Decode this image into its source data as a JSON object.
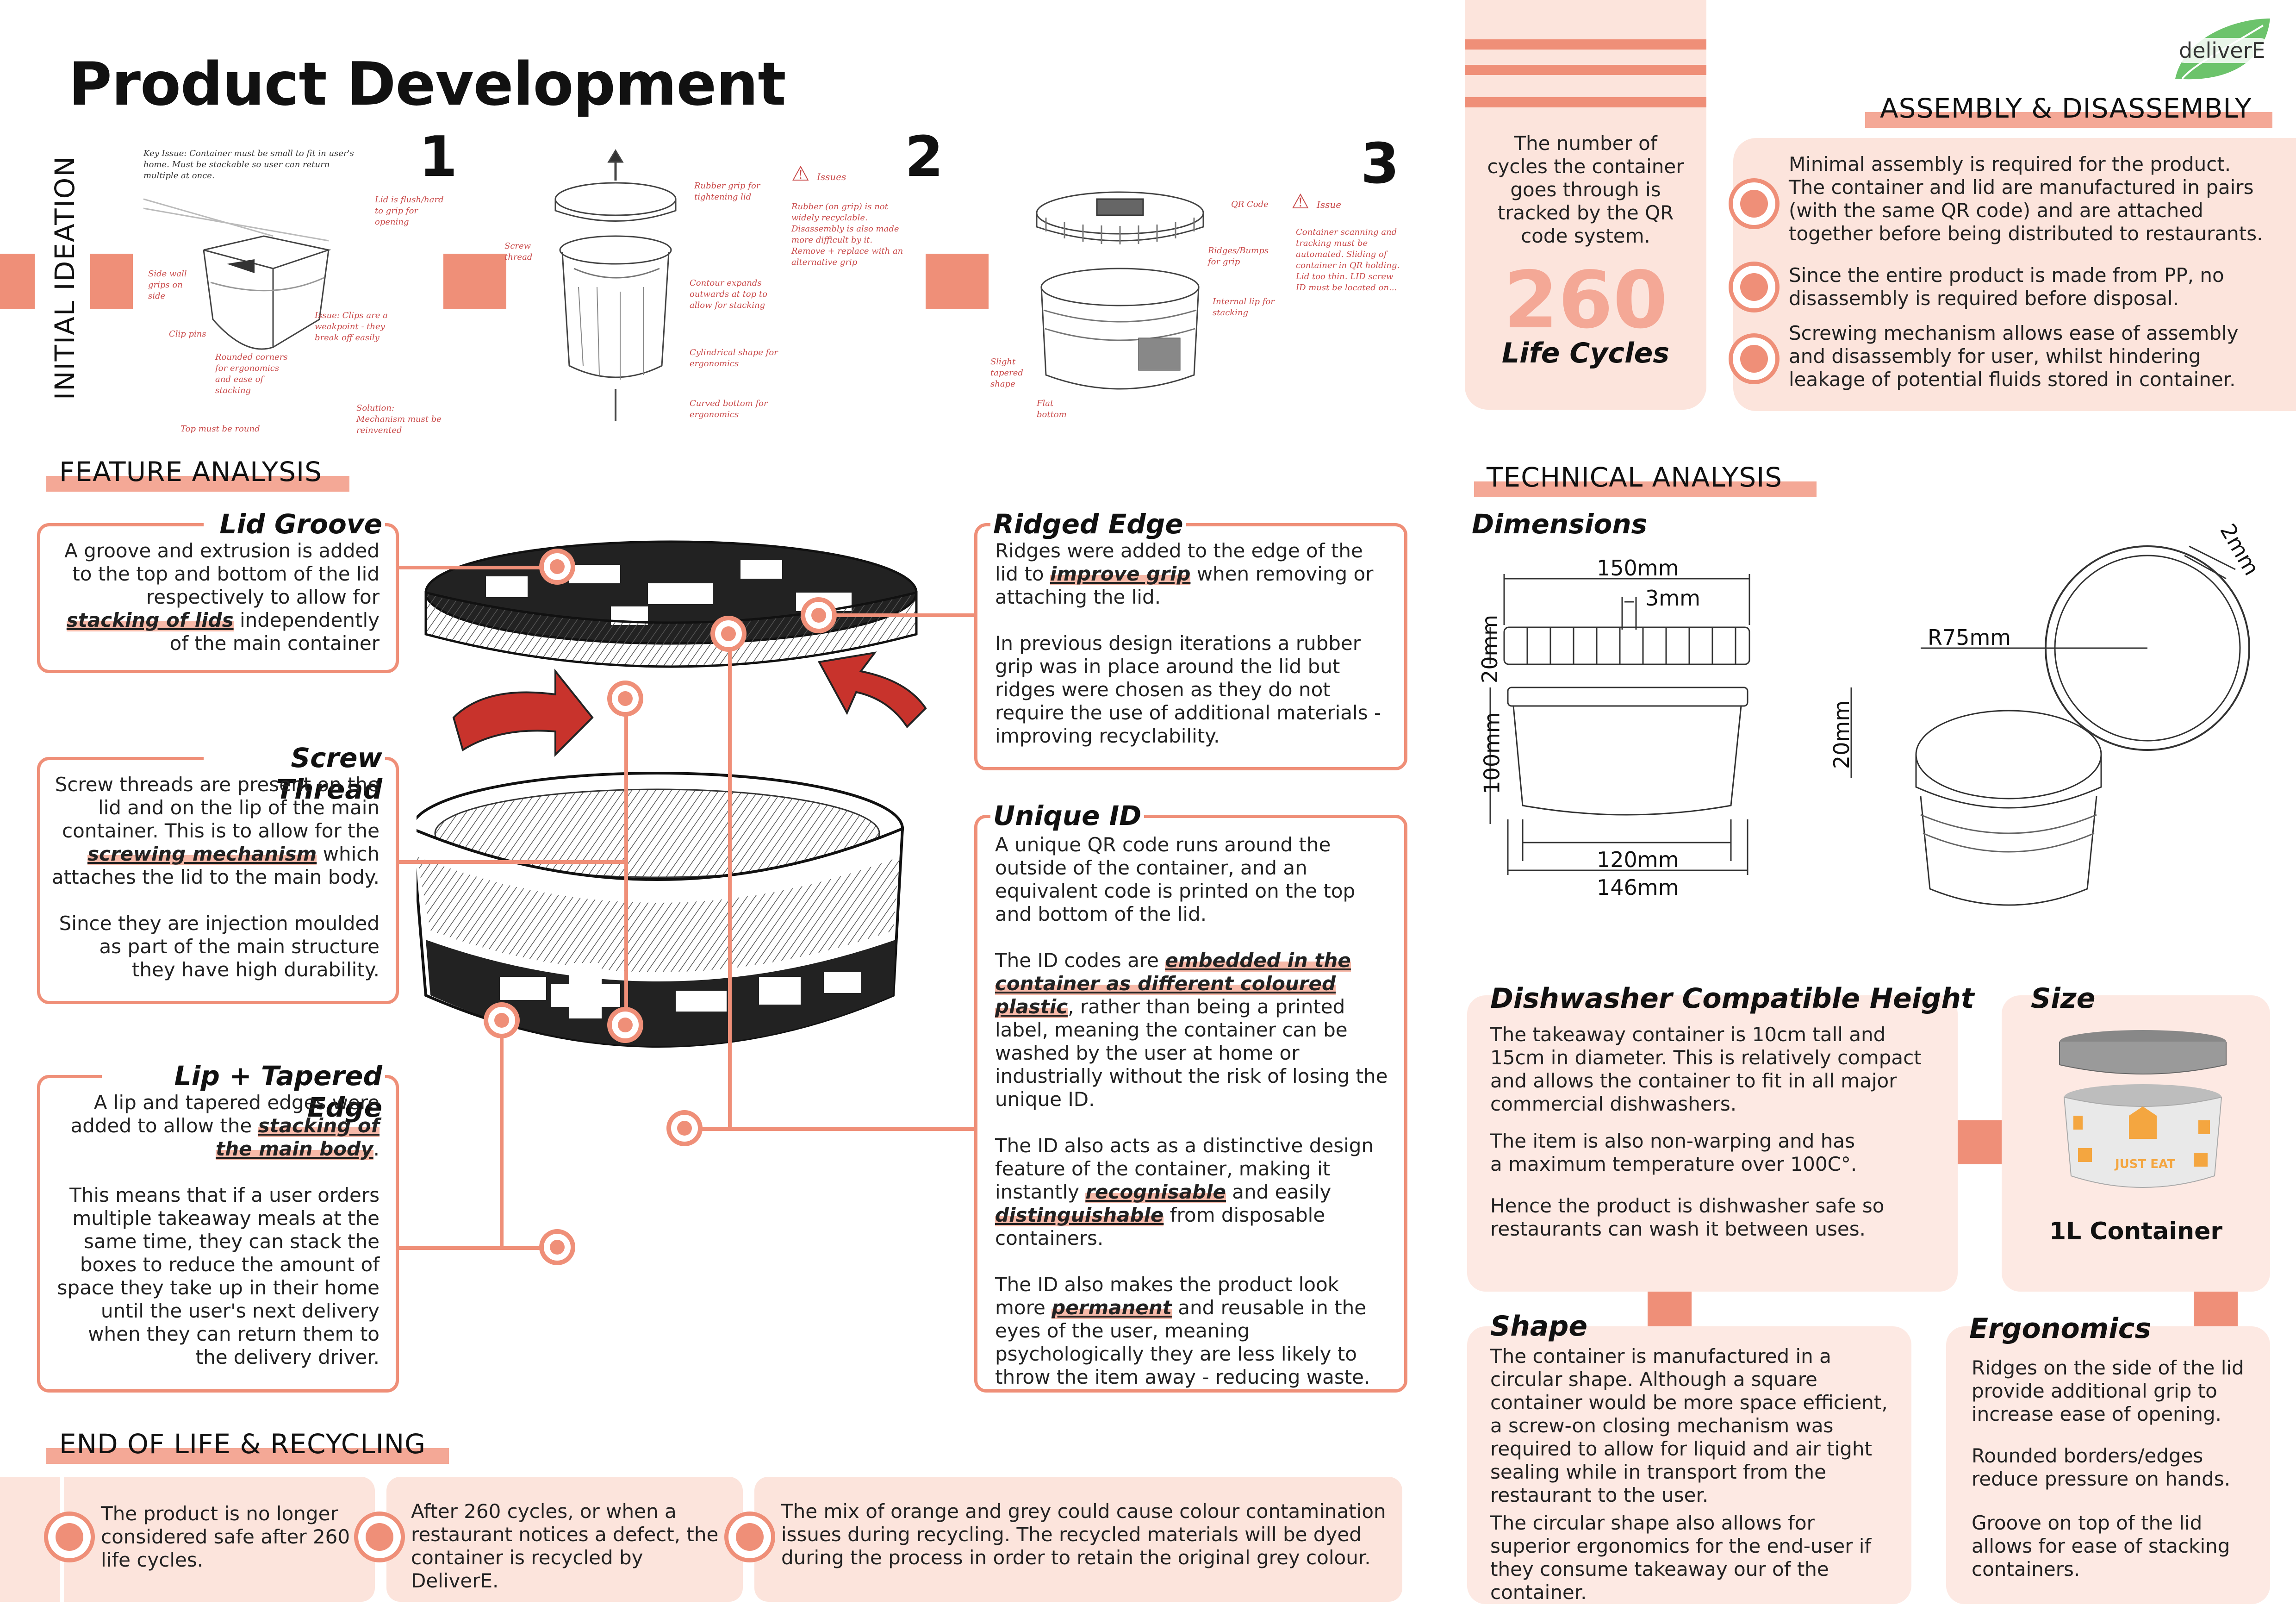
{
  "header": {
    "title": "Product Development",
    "logo_text": "deliverE"
  },
  "ideation": {
    "label": "INITIAL IDEATION",
    "numbers": [
      "1",
      "2",
      "3"
    ],
    "sketch1_notes": {
      "key_issue": "Key Issue: Container must be small to fit in user's home. Must be stackable so user can return multiple at once.",
      "lid_note": "Lid is flush/hard to grip for opening",
      "side": "Side wall grips on side",
      "clip_pins": "Clip pins",
      "rounded": "Rounded corners for ergonomics and ease of stacking",
      "issue": "Issue: Clips are a weakpoint - they break off easily",
      "solution": "Solution: Mechanism must be reinvented",
      "top": "Top must be round"
    },
    "sketch2_notes": {
      "rubber": "Rubber grip for tightening lid",
      "issues": "Issues",
      "issue_list": "Rubber (on grip) is not widely recyclable. Disassembly is also made more difficult by it. Remove + replace with an alternative grip",
      "screw": "Screw thread",
      "contour": "Contour expands outwards at top to allow for stacking",
      "cyl": "Cylindrical shape for ergonomics",
      "curved": "Curved bottom for ergonomics"
    },
    "sketch3_notes": {
      "qr": "QR Code",
      "ridges": "Ridges/Bumps for grip",
      "issue": "Issue",
      "issue_list": "Container scanning and tracking must be automated. Sliding of container in QR holding. Lid too thin. LID screw ID must be located on...",
      "internal": "Internal lip for stacking",
      "tapered": "Slight tapered shape",
      "flat": "Flat bottom"
    }
  },
  "feature_analysis": {
    "heading": "FEATURE ANALYSIS",
    "lid_groove": {
      "title": "Lid Groove",
      "text1": "A groove and extrusion is added to the top and bottom of the lid respectively to allow for ",
      "hl": "stacking of lids",
      "text2": " independently of the main container"
    },
    "screw_thread": {
      "title": "Screw Thread",
      "text1": "Screw threads are present on the lid and on the lip of the main container. This is to allow for the ",
      "hl": "screwing mechanism",
      "text2": " which attaches the lid to the main body.",
      "p2": "Since they are injection moulded as part of the main structure they have high durability."
    },
    "lip_tapered": {
      "title": "Lip + Tapered Edge",
      "text1": "A lip and tapered edges were added to allow the ",
      "hl": "stacking of the main body",
      "text2": ".",
      "p2": "This means that if a user orders multiple takeaway meals at the same time, they can stack the boxes to reduce the amount of space they take up in their home until the user's next delivery when they can return them to the delivery driver."
    },
    "ridged_edge": {
      "title": "Ridged Edge",
      "text1": "Ridges were added to the edge of the lid to ",
      "hl": "improve grip",
      "text2": " when removing or attaching the lid.",
      "p2": "In previous design iterations a rubber grip was in place around the lid but ridges were chosen as they do not require the use of additional materials - improving recyclability."
    },
    "unique_id": {
      "title": "Unique ID",
      "p1": "A unique QR code runs around the outside of the container, and an equivalent code is printed on the top and bottom of the lid.",
      "p2a": "The ID codes are ",
      "p2hl": "embedded in the container as different coloured plastic",
      "p2b": ", rather than being a printed label, meaning the container can be washed by the user at home or industrially without the risk of losing the unique ID.",
      "p3a": "The ID also acts as a distinctive design feature of the container, making it instantly ",
      "p3hl1": "recognisable",
      "p3b": " and easily ",
      "p3hl2": "distinguishable",
      "p3c": " from disposable containers.",
      "p4a": "The ID also makes the product look more ",
      "p4hl": "permanent",
      "p4b": " and reusable in the eyes of the user, meaning psychologically they are less likely to throw the item away - reducing waste."
    }
  },
  "end_of_life": {
    "heading": "END OF LIFE & RECYCLING",
    "items": [
      "The product is no longer considered safe after 260 life cycles.",
      "After 260 cycles, or when a restaurant notices a defect, the container is recycled by DeliverE.",
      "The mix of orange and grey could cause colour contamination issues during recycling. The recycled materials will be dyed during the process in order to retain the original grey colour."
    ]
  },
  "life_cycles": {
    "text": "The number of cycles the container goes through is tracked by the QR code system.",
    "number": "260",
    "label": "Life Cycles"
  },
  "assembly": {
    "heading": "ASSEMBLY & DISASSEMBLY",
    "items": [
      "Minimal assembly is required for the product. The container and lid are manufactured in pairs (with the same QR code) and are attached together before being distributed to restaurants.",
      "Since the entire product is made from PP, no disassembly is required before disposal.",
      "Screwing mechanism allows ease of assembly and disassembly for user, whilst hindering leakage of potential fluids stored in container."
    ]
  },
  "technical": {
    "heading": "TECHNICAL ANALYSIS",
    "dimensions_title": "Dimensions",
    "dims": {
      "d150": "150mm",
      "d3": "3mm",
      "d20a": "20mm",
      "d100": "100mm",
      "d120": "120mm",
      "d146": "146mm",
      "d20b": "20mm",
      "r75": "R75mm",
      "d2": "2mm"
    }
  },
  "dishwasher": {
    "title": "Dishwasher Compatible Height",
    "p1": "The takeaway container is 10cm tall and 15cm in diameter. This is relatively compact and allows the container to fit in all major commercial dishwashers.",
    "p2": "The item is also non-warping and has a maximum temperature over 100C°.",
    "p3": "Hence the product is dishwasher safe so restaurants can wash it between uses."
  },
  "size": {
    "title": "Size",
    "label": "1L Container",
    "brand": "JUST EAT"
  },
  "shape": {
    "title": "Shape",
    "p1": "The container is manufactured in a circular shape. Although a square container would be more space efficient, a screw-on closing mechanism was required to allow for liquid and air tight sealing while in transport from the restaurant to the user.",
    "p2": "The circular shape also allows for superior ergonomics for the end-user if they consume takeaway our of the container."
  },
  "ergonomics": {
    "title": "Ergonomics",
    "p1": "Ridges on the side of the lid provide additional grip to increase ease of opening.",
    "p2": "Rounded borders/edges reduce pressure on hands.",
    "p3": "Groove on top of the lid allows for ease of stacking containers."
  },
  "colors": {
    "accent": "#ef8f78",
    "pale": "#fde9e3",
    "highlight": "#f7b9a8",
    "arrow_red": "#c8332c"
  }
}
